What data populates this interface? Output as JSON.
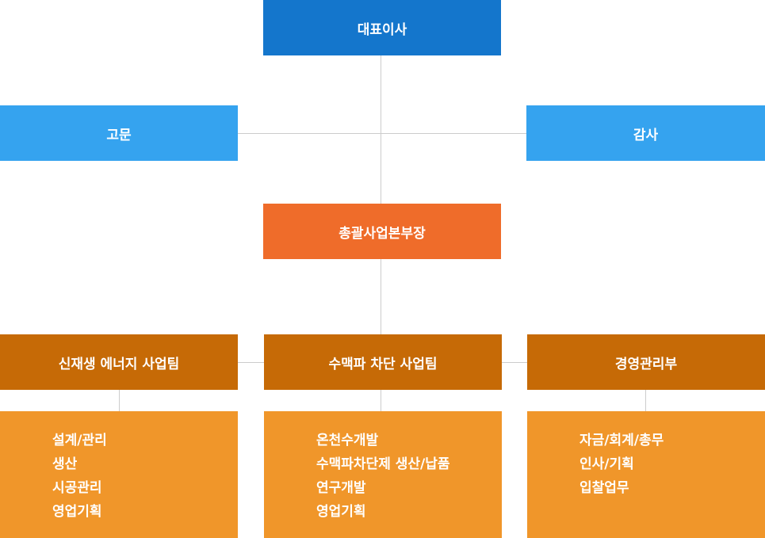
{
  "colors": {
    "ceo": "#1476cc",
    "advisor": "#35a3ef",
    "auditor": "#35a3ef",
    "general_manager": "#ef6c2a",
    "teams": "#c66a06",
    "details": "#f0962a",
    "connector": "#cccccc"
  },
  "ceo": {
    "label": "대표이사"
  },
  "advisor": {
    "label": "고문"
  },
  "auditor": {
    "label": "감사"
  },
  "general_manager": {
    "label": "총괄사업본부장"
  },
  "teams": [
    {
      "label": "신재생 에너지 사업팀",
      "items": [
        "설계/관리",
        "생산",
        "시공관리",
        "영업기획"
      ]
    },
    {
      "label": "수맥파 차단 사업팀",
      "items": [
        "온천수개발",
        "수맥파차단제 생산/납품",
        "연구개발",
        "영업기획"
      ]
    },
    {
      "label": "경영관리부",
      "items": [
        "자금/회계/총무",
        "인사/기획",
        "입찰업무"
      ]
    }
  ]
}
